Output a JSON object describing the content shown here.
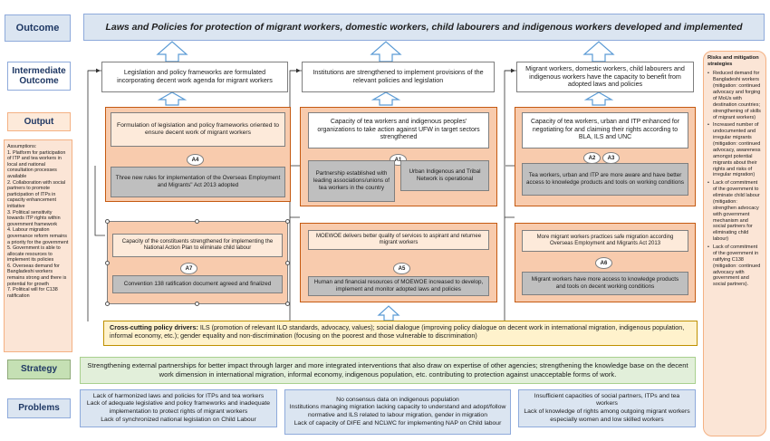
{
  "row_labels": {
    "outcome": "Outcome",
    "intermediate_outcome": "Intermediate Outcome",
    "output": "Output",
    "strategy": "Strategy",
    "problems": "Problems"
  },
  "outcome": "Laws and Policies for protection of migrant workers, domestic workers, child labourers and indigenous workers developed and  implemented",
  "intermediate_outcomes": [
    "Legislation and policy frameworks are formulated incorporating decent work agenda for migrant workers",
    "Institutions are strengthened to implement provisions of the relevant policies and legislation",
    "Migrant workers, domestic workers, child labourers and indigenous workers have the capacity to benefit from adopted laws and policies"
  ],
  "assumptions": {
    "title": "Assumptions:",
    "items": [
      "1. Platform for participation of ITP and tea workers in local and national consultation processes available",
      "2. Collaboration with social partners to promote participation of ITPs in capacity enhancement initiative",
      "3. Political sensitivity towards ITP rights within government framework",
      "4. Labour migration governance reform remains a priority for the government",
      "5. Government is able to allocate resources to implement its policies",
      "6. Overseas demand for Bangladeshi workers remains strong and there is potential for growth",
      "7. Political will for C138 ratification"
    ]
  },
  "outputs": {
    "col1_top": {
      "title": "Formulation of legislation and policy frameworks oriented to ensure decent work of migrant workers",
      "badge": "A4",
      "sub": "Three new rules for implementation of the Overseas Employment and Migrants\" Act 2013 adopted"
    },
    "col1_bottom": {
      "title": "Capacity of the constituents strengthened for implementing the National Action Plan to eliminate child labour",
      "badge": "A7",
      "sub": "Convention 138 ratification document agreed and finalized"
    },
    "col2_top": {
      "title": "Capacity of tea workers and indigenous peoples' organizations to take action against UFW in target sectors strengthened",
      "badge": "A1",
      "sub_left": "Partnership established with leading associations/unions of tea workers in the country",
      "sub_right": "Urban Indigenous and Tribal Network is operational"
    },
    "col2_bottom": {
      "title": "MOEWOE delivers better quality of services to aspirant and returnee migrant workers",
      "badge": "A5",
      "sub": "Human and financial resources of MOEWOE increased to develop, implement and monitor adopted laws and policies"
    },
    "col3_top": {
      "title": "Capacity of tea workers, urban and ITP enhanced for negotiating for and claiming their rights according to BLA, ILS and UNC",
      "badge_left": "A2",
      "badge_right": "A3",
      "sub": "Tea workers, urban and ITP are more aware and have better access to knowledge products and tools on working conditions"
    },
    "col3_bottom": {
      "title": "More migrant workers practices safe migration according Overseas Employment and Migrants Act 2013",
      "badge": "A6",
      "sub": "Migrant workers have more access to knowledge products and tools on decent working conditions"
    }
  },
  "risks": {
    "title": "Risks and mitigation strategies",
    "items": [
      "Reduced demand for Bangladeshi workers (mitigation: continued advocacy and forging of MoUs with destination countries; strengthening of skills of migrant workers)",
      "Increased number of undocumented and irregular migrants (mitigation: continued advocacy, awareness amongst potential migrants about their rights and risks of irregular migration)",
      "Lack of commitment of the government to eliminate child labour (mitigation: strengthen advocacy with government mechanism and social partners for eliminating child labour)",
      "Lack of commitment of the government in ratifying C138 (mitigation: continued advocacy with government and social partners)."
    ]
  },
  "cross_cutting": {
    "label": "Cross-cutting policy drivers:",
    "text": " ILS (promotion of relevant ILO standards, advocacy, values); social dialogue (improving policy dialogue on decent work in international migration, indigenous population, informal economy, etc.); gender equality and non-discrimination (focusing on the poorest and those vulnerable to discrimination)"
  },
  "strategy": "Strengthening external partnerships for better impact through larger and more integrated interventions that also draw on expertise of other agencies;  strengthening the knowledge base on the decent work dimension in international migration, informal economy, indigenous population, etc. contributing to protection against unacceptable forms of work.",
  "problems": [
    "Lack of harmonized laws and policies for ITPs and tea workers\nLack of adequate legislative and policy frameworks and inadequate implementation to protect rights of migrant workers\nLack of synchronized national legislation on Child Labour",
    "No consensus data on indigenous population\nInstitutions managing migration lacking capacity to understand and adopt/follow normative and ILS related to labour migration, gender in migration\nLack of capacity of DIFE and NCLWC for implementing NAP on Child labour",
    "Insufficient capacities of social partners, ITPs and tea workers\nLack of knowledge of rights among outgoing migrant workers especially women and low skilled workers"
  ]
}
